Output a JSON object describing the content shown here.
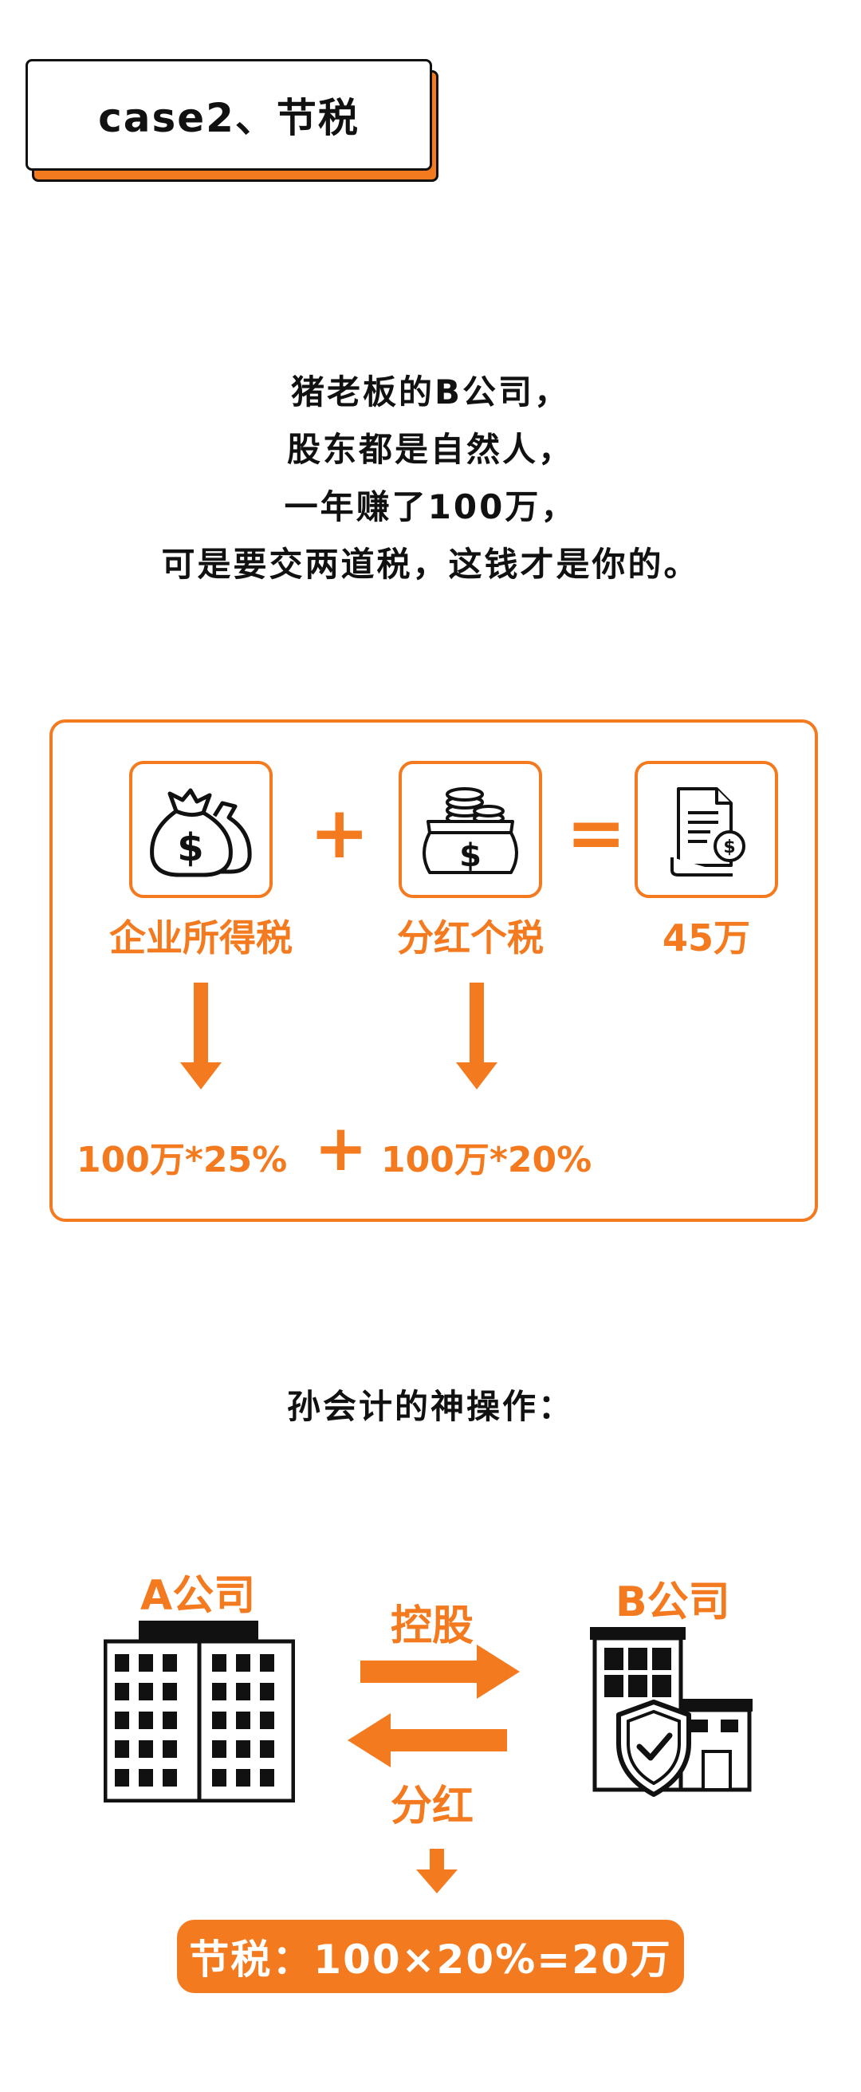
{
  "title": "case2、节税",
  "intro": [
    "猪老板的B公司，",
    "股东都是自然人，",
    "一年赚了100万，",
    "可是要交两道税，这钱才是你的。"
  ],
  "formula": {
    "plus": "+",
    "equals": "=",
    "items": [
      {
        "icon": "money-bags-icon",
        "label": "企业所得税"
      },
      {
        "icon": "coin-bag-icon",
        "label": "分红个税"
      },
      {
        "icon": "tax-document-icon",
        "label": "45万"
      }
    ],
    "calc_left": "100万*25%",
    "calc_plus": "+",
    "calc_right": "100万*20%"
  },
  "subheading": "孙会计的神操作：",
  "diagram": {
    "company_a": "A公司",
    "company_b": "B公司",
    "arrow_top_label": "控股",
    "arrow_bottom_label": "分红",
    "result": "节税：100×20%=20万"
  },
  "colors": {
    "accent": "#f47a20",
    "ink": "#111111"
  }
}
